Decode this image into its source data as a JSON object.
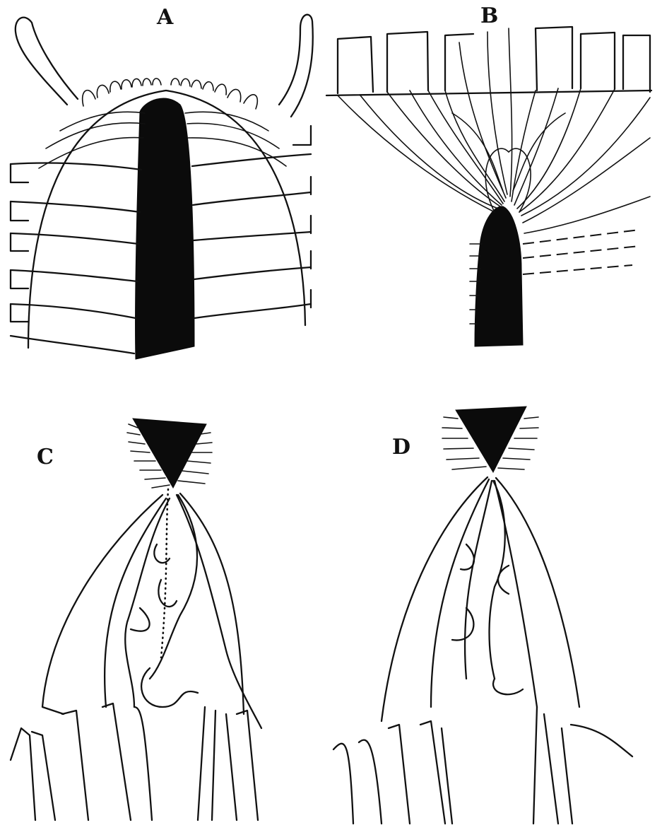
{
  "panels": [
    {
      "id": "A",
      "label": "A"
    },
    {
      "id": "B",
      "label": "B"
    },
    {
      "id": "C",
      "label": "C"
    },
    {
      "id": "D",
      "label": "D"
    }
  ],
  "colors": {
    "ink": "#111111",
    "background": "#ffffff"
  }
}
